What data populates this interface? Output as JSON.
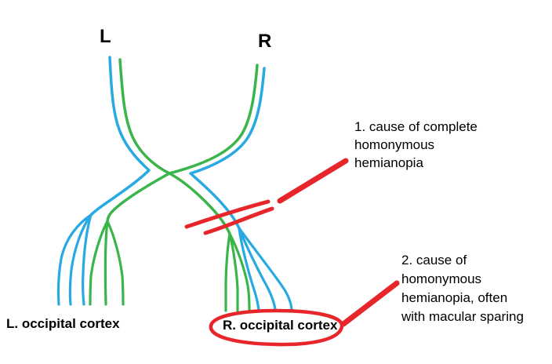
{
  "colors": {
    "pathway_blue": "#29a9e1",
    "pathway_green": "#3ab54a",
    "annotation_red": "#e7262b",
    "text_color": "#000000",
    "background": "#ffffff"
  },
  "eye_labels": {
    "left": "L",
    "right": "R"
  },
  "cortex_labels": {
    "left": "L. occipital cortex",
    "right": "R. occipital cortex"
  },
  "annotations": [
    {
      "lines": [
        "1. cause of complete",
        "homonymous",
        "hemianopia"
      ]
    },
    {
      "lines": [
        "2. cause of",
        "homonymous",
        "hemianopia, often",
        "with macular sparing"
      ]
    }
  ]
}
